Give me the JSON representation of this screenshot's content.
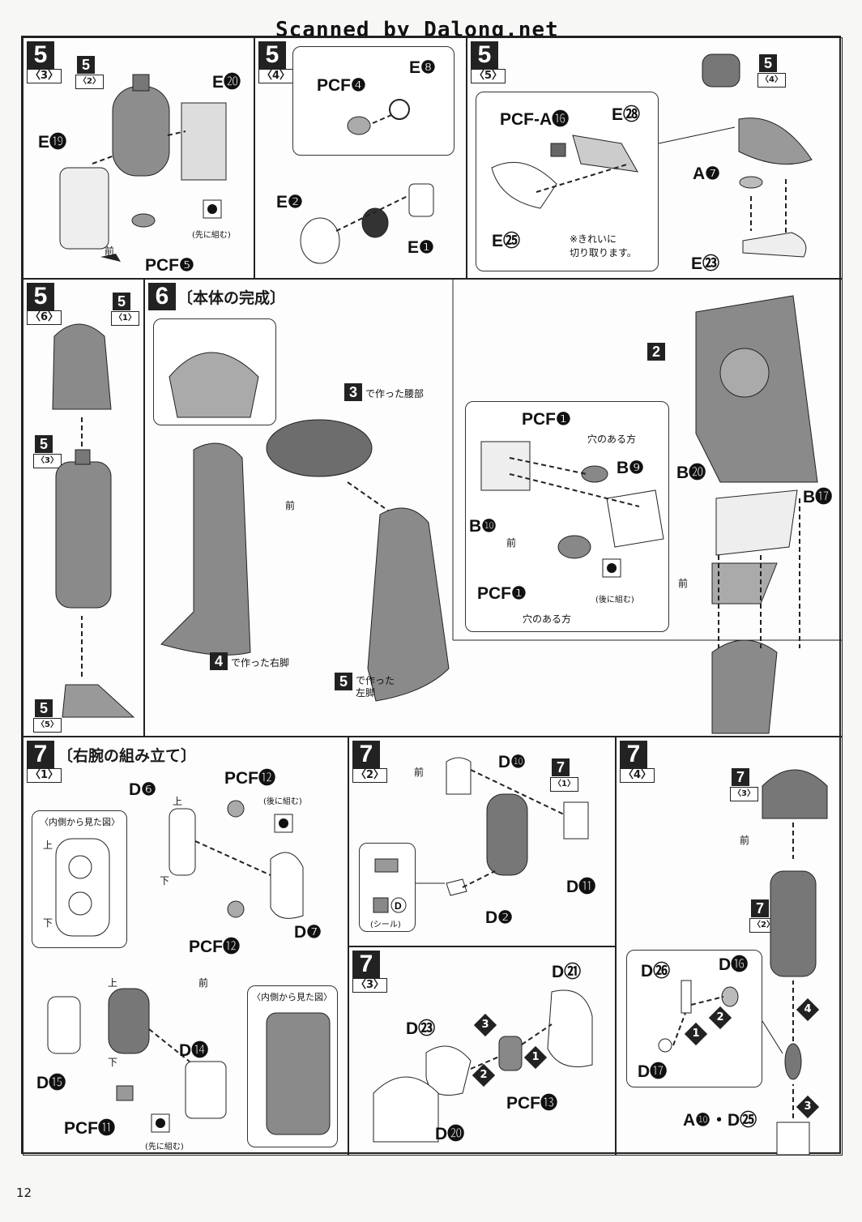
{
  "watermark": "Scanned by Dalong.net",
  "page_number": "12",
  "panels": {
    "p53": {
      "step": "5",
      "sub": "〈3〉",
      "ref_step": "5",
      "ref_sub": "〈2〉",
      "labels": [
        "E⓳",
        "E⓴",
        "PCF❺"
      ],
      "front": "前",
      "note": "(先に組む)"
    },
    "p54": {
      "step": "5",
      "sub": "〈4〉",
      "labels": [
        "PCF❹",
        "E❽",
        "E❷",
        "E❶"
      ]
    },
    "p55": {
      "step": "5",
      "sub": "〈5〉",
      "ref_step": "5",
      "ref_sub": "〈4〉",
      "labels": [
        "PCF-A⓰",
        "E㉘",
        "E㉕",
        "A❼",
        "E㉓"
      ],
      "note": "※きれいに\n切り取ります。"
    },
    "p56": {
      "step": "5",
      "sub": "〈6〉",
      "refs": [
        {
          "step": "5",
          "sub": "〈1〉"
        },
        {
          "step": "5",
          "sub": "〈3〉"
        },
        {
          "step": "5",
          "sub": "〈5〉"
        }
      ]
    },
    "p6": {
      "step": "6",
      "title": "〔本体の完成〕",
      "ref_waist": {
        "step": "3",
        "text": "で作った腰部"
      },
      "ref_right_leg": {
        "step": "4",
        "text": "で作った右脚"
      },
      "ref_left_leg": {
        "step": "5",
        "text": "で作った\n左脚"
      },
      "front": "前",
      "ref_body": "2",
      "labels": [
        "PCF❶",
        "B❾",
        "B❿",
        "PCF❶",
        "B⓴",
        "B⓱"
      ],
      "hole_side": "穴のある方",
      "note_later": "(後に組む)",
      "front2": "前",
      "front3": "前"
    },
    "p71": {
      "step": "7",
      "sub": "〈1〉",
      "title": "〔右腕の組み立て〕",
      "labels": [
        "D❻",
        "PCF⓬",
        "D❼",
        "PCF⓬",
        "D⓮",
        "D⓯",
        "PCF⓫"
      ],
      "inner_view": "〈内側から見た図〉",
      "up": "上",
      "down": "下",
      "note_later": "(後に組む)",
      "note_first": "(先に組む)",
      "front": "前"
    },
    "p72": {
      "step": "7",
      "sub": "〈2〉",
      "ref_step": "7",
      "ref_sub": "〈1〉",
      "labels": [
        "D❿",
        "D⓫",
        "D❷"
      ],
      "front": "前",
      "seal_letter": "D",
      "seal": "(シール)"
    },
    "p73": {
      "step": "7",
      "sub": "〈3〉",
      "labels": [
        "D㉑",
        "D㉓",
        "PCF⓭",
        "D⓴"
      ]
    },
    "p74": {
      "step": "7",
      "sub": "〈4〉",
      "refs": [
        {
          "step": "7",
          "sub": "〈3〉"
        },
        {
          "step": "7",
          "sub": "〈2〉"
        }
      ],
      "labels": [
        "D㉖",
        "D⓰",
        "D⓱",
        "A❿・D㉕"
      ],
      "front": "前"
    }
  },
  "colors": {
    "ink": "#222222",
    "part_fill": "#9a9a9a",
    "part_dark": "#555555",
    "paper": "#fdfdfd"
  }
}
